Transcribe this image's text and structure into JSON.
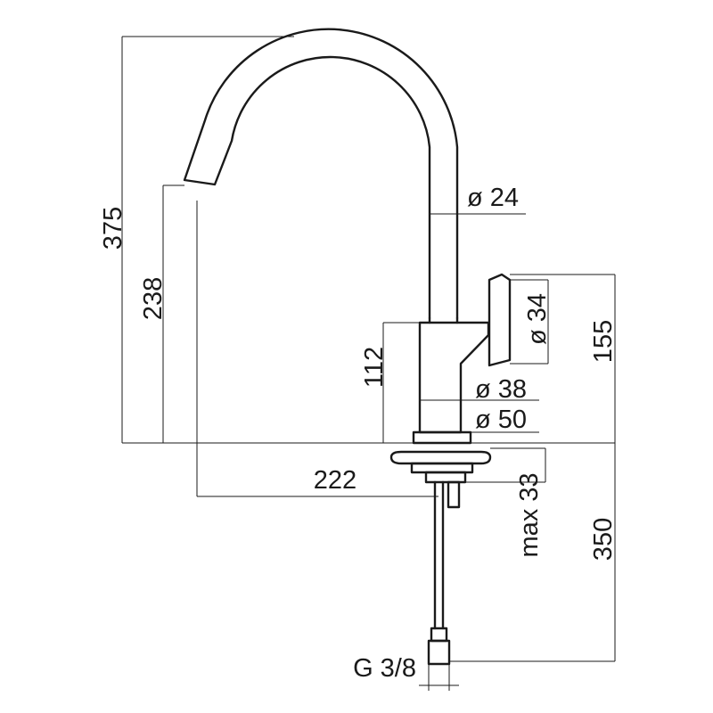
{
  "drawing": {
    "dimensions": {
      "total_height": "375",
      "spout_height": "238",
      "body_height": "112",
      "handle_height": "155",
      "spout_reach": "222",
      "spout_diameter": "ø 24",
      "handle_diameter": "ø 34",
      "body_diameter": "ø 38",
      "base_diameter": "ø 50",
      "max_deck_thickness": "max 33",
      "hose_length": "350",
      "connection_thread": "G 3/8"
    }
  }
}
